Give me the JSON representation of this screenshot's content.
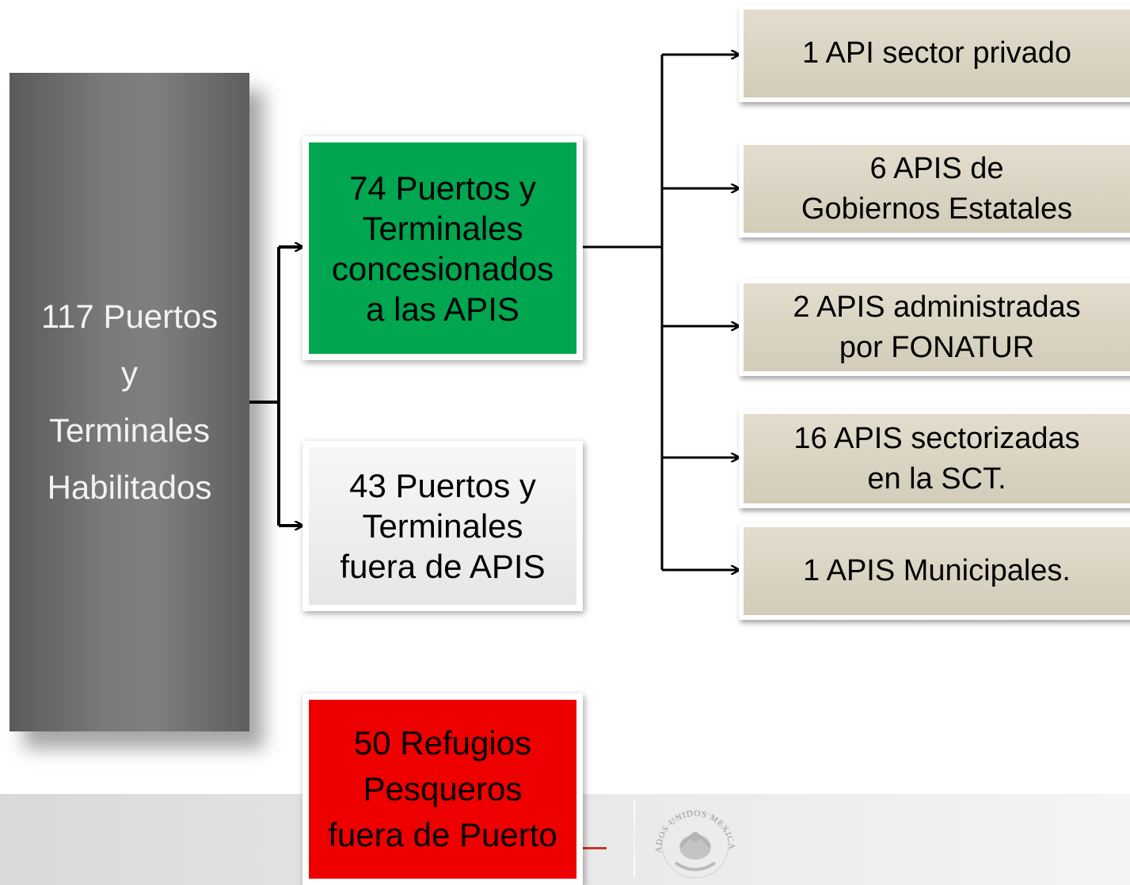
{
  "root": {
    "label": "117 Puertos\ny\nTerminales\nHabilitados"
  },
  "mid": {
    "concesionados": "74 Puertos y\nTerminales\nconcesionados\na las APIS",
    "fuera": "43 Puertos y\nTerminales\nfuera de APIS",
    "refugios": "50 Refugios\nPesqueros\nfuera de Puerto"
  },
  "apis": [
    "1 API sector privado",
    "6  APIS de\nGobiernos Estatales",
    "2 APIS administradas\npor FONATUR",
    "16 APIS sectorizadas\nen la SCT.",
    "1 APIS Municipales."
  ],
  "footer": {
    "seal_text": "ESTADOS UNIDOS MEXICANOS"
  },
  "colors": {
    "root": "#7a7a7a",
    "concesionados": "#00a650",
    "fuera": "#f2f2f2",
    "refugios": "#ee0000",
    "apis": "#d9d3c1"
  }
}
